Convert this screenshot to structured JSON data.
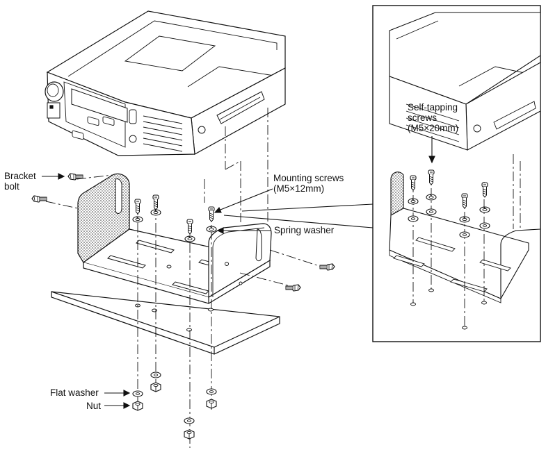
{
  "labels": {
    "bracket_bolt_line1": "Bracket",
    "bracket_bolt_line2": "bolt",
    "mounting_screws_line1": "Mounting screws",
    "mounting_screws_line2": "(M5×12mm)",
    "spring_washer": "Spring washer",
    "flat_washer": "Flat washer",
    "nut": "Nut",
    "self_tapping_line1": "Self-tapping",
    "self_tapping_line2": "screws",
    "self_tapping_line3": "(M5×20mm)"
  },
  "icons": [
    "radio-unit-icon",
    "mounting-bracket-icon",
    "screw-icon",
    "washer-icon",
    "nut-icon",
    "bracket-bolt-icon",
    "mounting-surface-icon"
  ]
}
